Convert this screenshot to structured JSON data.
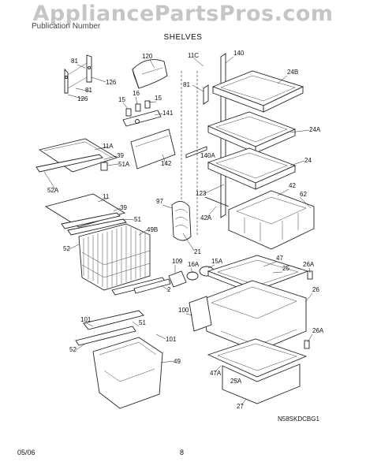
{
  "header": {
    "watermark": "AppliancePartsPros.com",
    "subtitle": "Publication Number",
    "section_title": "SHELVES"
  },
  "diagram": {
    "code": "N58SKDCBG1",
    "labels": [
      "81",
      "120",
      "126",
      "81",
      "126",
      "15",
      "16",
      "15",
      "141",
      "11A",
      "39",
      "51A",
      "52A",
      "142",
      "11C",
      "140",
      "81",
      "24B",
      "24A",
      "140A",
      "24",
      "123",
      "42",
      "62",
      "42A",
      "97",
      "11",
      "39",
      "51",
      "49B",
      "52",
      "21",
      "109",
      "16A",
      "15A",
      "47",
      "26A",
      "25",
      "2",
      "26",
      "100",
      "101",
      "51",
      "101",
      "52",
      "49",
      "26A",
      "47A",
      "25A",
      "27"
    ]
  },
  "footer": {
    "date": "05/06",
    "page": "8"
  }
}
